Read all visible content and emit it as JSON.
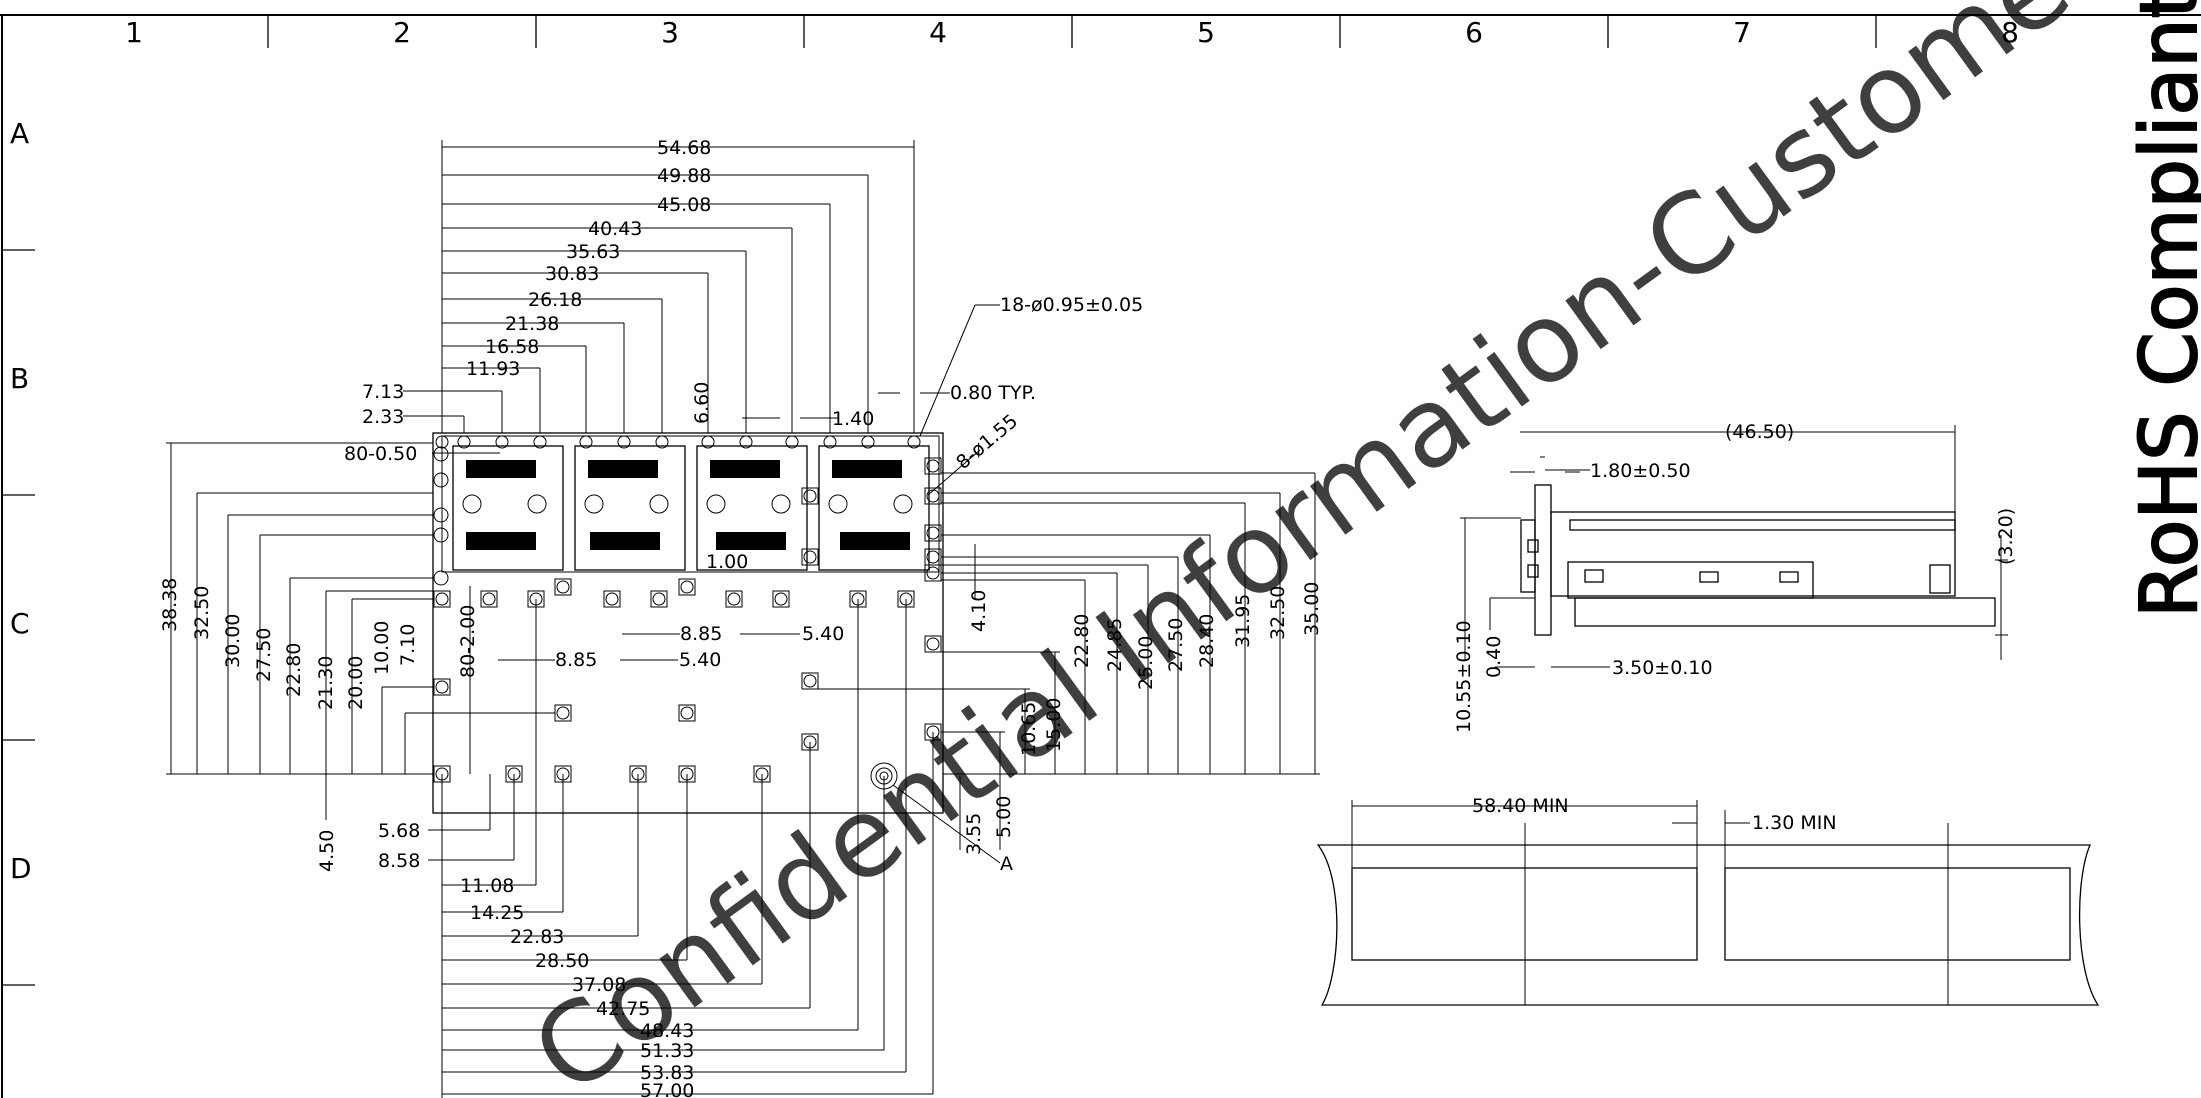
{
  "zones": {
    "columns": [
      "1",
      "2",
      "3",
      "4",
      "5",
      "6",
      "7",
      "8"
    ],
    "rows": [
      "A",
      "B",
      "C",
      "D"
    ]
  },
  "labels": {
    "rohs": "RoHS Compliant",
    "watermark": "Confidential Information-Customer Copy",
    "hole_callout": "18-ø0.95±0.05",
    "hole_callout_2": "8-ø1.55",
    "typ_note": "0.80 TYP.",
    "datum": "A",
    "side_width": "(46.50)",
    "side_thickness": "1.80±0.50",
    "side_height_ref": "(3.20)",
    "side_height": "10.55±0.10",
    "side_standoff": "0.40",
    "side_tail": "3.50±0.10",
    "panel_min_width": "58.40  MIN",
    "panel_min_gap": "1.30  MIN"
  },
  "dims_top": [
    "54.68",
    "49.88",
    "45.08",
    "40.43",
    "35.63",
    "30.83",
    "26.18",
    "21.38",
    "16.58",
    "11.93",
    "7.13",
    "2.33",
    "80-0.50",
    "6.60",
    "1.40",
    "1.00"
  ],
  "dims_left": [
    "38.38",
    "32.50",
    "30.00",
    "27.50",
    "22.80",
    "21.30",
    "20.00",
    "10.00",
    "7.10",
    "80-2.00",
    "4.50"
  ],
  "dims_right": [
    "4.10",
    "22.80",
    "24.85",
    "25.00",
    "27.50",
    "28.40",
    "31.95",
    "32.50",
    "35.00",
    "10.65",
    "15.00",
    "5.00",
    "3.55"
  ],
  "dims_mid": [
    "8.85",
    "5.40",
    "8.85",
    "5.40"
  ],
  "dims_bottom": [
    "5.68",
    "8.58",
    "11.08",
    "14.25",
    "22.83",
    "28.50",
    "37.08",
    "42.75",
    "48.43",
    "51.33",
    "53.83",
    "57.00"
  ]
}
